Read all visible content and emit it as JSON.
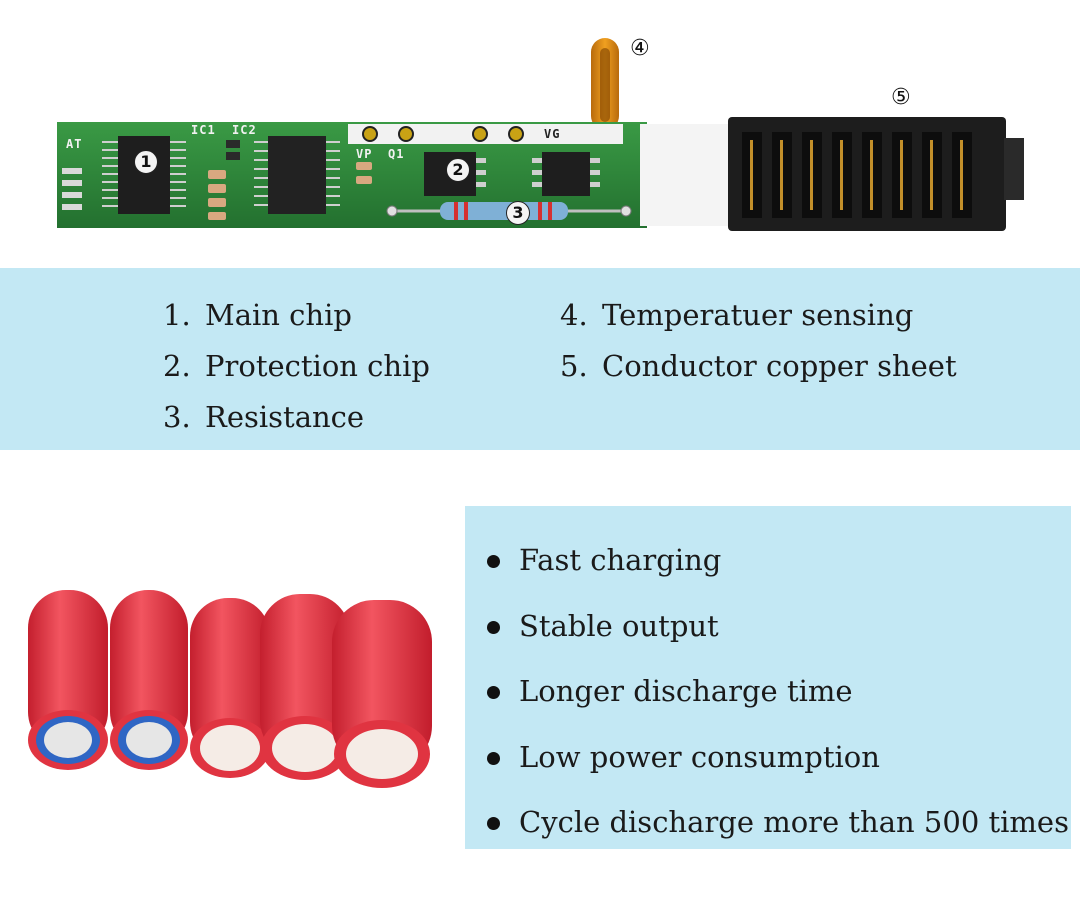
{
  "pcb_figure": {
    "callouts": [
      "①",
      "②",
      "③",
      "④",
      "⑤"
    ],
    "silkscreen": [
      "AT",
      "IC1",
      "IC2",
      "VP",
      "Q1",
      "VG"
    ]
  },
  "legend": {
    "left": [
      {
        "num": "1.",
        "label": "Main chip"
      },
      {
        "num": "2.",
        "label": "Protection chip"
      },
      {
        "num": "3.",
        "label": "Resistance"
      }
    ],
    "right": [
      {
        "num": "4.",
        "label": "Temperatuer sensing"
      },
      {
        "num": "5.",
        "label": "Conductor copper sheet"
      }
    ]
  },
  "features": [
    "Fast charging",
    "Stable output",
    "Longer discharge time",
    "Low power consumption",
    "Cycle discharge more than 500 times"
  ],
  "colors": {
    "band": "#c3e8f4",
    "pcb_green": "#2f8a3c",
    "battery_red": "#e8383f",
    "connector": "#1a1a1a"
  }
}
